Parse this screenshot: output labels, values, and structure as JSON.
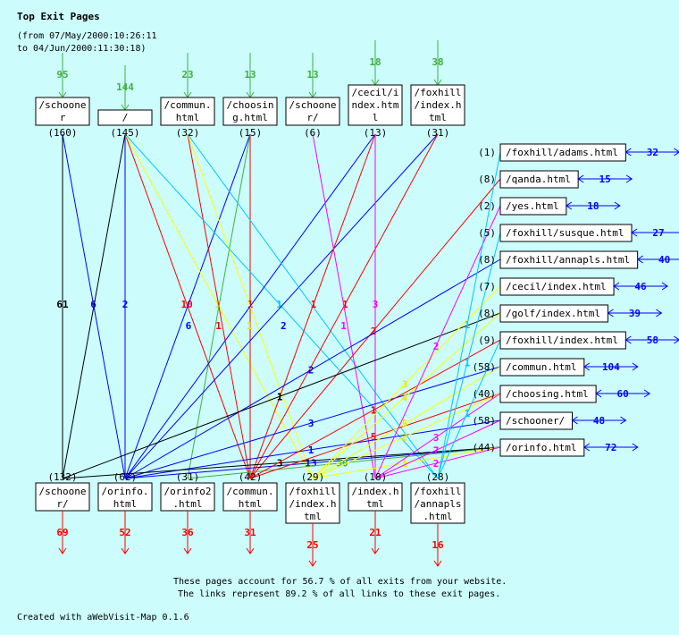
{
  "title": "Top Exit Pages",
  "range_from": "(from 07/May/2000:10:26:11",
  "range_to": "to 04/Jun/2000:11:30:18)",
  "summary_exits": "These pages account for 56.7 % of all exits from your website.",
  "summary_links": "The links represent 89.2 % of all links to these exit pages.",
  "credit": "Created with aWebVisit-Map 0.1.6",
  "colors": {
    "bg": "#ccfcfc",
    "entry": "#40b040",
    "exit": "#ff0000",
    "right": "#0000ff"
  },
  "top_nodes": [
    {
      "lines": [
        "/schoone",
        "r"
      ],
      "count": "(160)",
      "entries": "95"
    },
    {
      "lines": [
        "/"
      ],
      "count": "(145)",
      "entries": "144"
    },
    {
      "lines": [
        "/commun.",
        "html"
      ],
      "count": "(32)",
      "entries": "23"
    },
    {
      "lines": [
        "/choosin",
        "g.html"
      ],
      "count": "(15)",
      "entries": "13"
    },
    {
      "lines": [
        "/schoone",
        "r/"
      ],
      "count": "(6)",
      "entries": "13"
    },
    {
      "lines": [
        "/cecil/i",
        "ndex.htm",
        "l"
      ],
      "count": "(13)",
      "entries": "18"
    },
    {
      "lines": [
        "/foxhill",
        "/index.h",
        "tml"
      ],
      "count": "(31)",
      "entries": "38"
    }
  ],
  "bottom_nodes": [
    {
      "lines": [
        "/schoone",
        "r/"
      ],
      "count": "(132)",
      "exits": "69"
    },
    {
      "lines": [
        "/orinfo.",
        "html"
      ],
      "count": "(62)",
      "exits": "52"
    },
    {
      "lines": [
        "/orinfo2",
        ".html"
      ],
      "count": "(31)",
      "exits": "36"
    },
    {
      "lines": [
        "/commun.",
        "html"
      ],
      "count": "(42)",
      "exits": "31"
    },
    {
      "lines": [
        "/foxhill",
        "/index.h",
        "tml"
      ],
      "count": "(29)",
      "exits": "25"
    },
    {
      "lines": [
        "/index.h",
        "tml"
      ],
      "count": "(18)",
      "exits": "21"
    },
    {
      "lines": [
        "/foxhill",
        "/annapls",
        ".html"
      ],
      "count": "(28)",
      "exits": "16"
    }
  ],
  "right_nodes": [
    {
      "label": "/foxhill/adams.html",
      "count": "(1)",
      "value": "32"
    },
    {
      "label": "/qanda.html",
      "count": "(8)",
      "value": "15"
    },
    {
      "label": "/yes.html",
      "count": "(2)",
      "value": "18"
    },
    {
      "label": "/foxhill/susque.html",
      "count": "(5)",
      "value": "27"
    },
    {
      "label": "/foxhill/annapls.html",
      "count": "(8)",
      "value": "40"
    },
    {
      "label": "/cecil/index.html",
      "count": "(7)",
      "value": "46"
    },
    {
      "label": "/golf/index.html",
      "count": "(8)",
      "value": "39"
    },
    {
      "label": "/foxhill/index.html",
      "count": "(9)",
      "value": "58"
    },
    {
      "label": "/commun.html",
      "count": "(58)",
      "value": "104"
    },
    {
      "label": "/choosing.html",
      "count": "(40)",
      "value": "60"
    },
    {
      "label": "/schooner/",
      "count": "(58)",
      "value": "48"
    },
    {
      "label": "/orinfo.html",
      "count": "(44)",
      "value": "72"
    }
  ],
  "edges": [
    {
      "from": "t0",
      "to": "b0",
      "color": "#000000",
      "label": "61"
    },
    {
      "from": "t0",
      "to": "b1",
      "color": "#0000ff",
      "label": "6"
    },
    {
      "from": "t1",
      "to": "b0",
      "color": "#000000",
      "label": ""
    },
    {
      "from": "t1",
      "to": "b1",
      "color": "#0000ff",
      "label": "2"
    },
    {
      "from": "t1",
      "to": "b3",
      "color": "#ff0000",
      "label": "10"
    },
    {
      "from": "t3",
      "to": "b1",
      "color": "#0000ff",
      "label": "6"
    },
    {
      "from": "t1",
      "to": "b4",
      "color": "#ffff00",
      "label": "1"
    },
    {
      "from": "t2",
      "to": "b3",
      "color": "#ff0000",
      "label": "1"
    },
    {
      "from": "t3",
      "to": "b2",
      "color": "#40b040",
      "label": ""
    },
    {
      "from": "t3",
      "to": "b3",
      "color": "#ff0000",
      "label": "1"
    },
    {
      "from": "t2",
      "to": "b4",
      "color": "#ffff00",
      "label": "1"
    },
    {
      "from": "t1",
      "to": "b6",
      "color": "#00c8ff",
      "label": "1"
    },
    {
      "from": "t6",
      "to": "b1",
      "color": "#0000ff",
      "label": "2"
    },
    {
      "from": "t5",
      "to": "b1",
      "color": "#0000ff",
      "label": ""
    },
    {
      "from": "t2",
      "to": "b6",
      "color": "#00c8ff",
      "label": ""
    },
    {
      "from": "t5",
      "to": "b3",
      "color": "#ff0000",
      "label": "1"
    },
    {
      "from": "t6",
      "to": "b3",
      "color": "#ff0000",
      "label": "1"
    },
    {
      "from": "t4",
      "to": "b5",
      "color": "#ff00ff",
      "label": "1"
    },
    {
      "from": "t5",
      "to": "b5",
      "color": "#ff00ff",
      "label": "3"
    },
    {
      "from": "b3",
      "to": "r1",
      "color": "#ff0000",
      "label": "2"
    },
    {
      "from": "b1",
      "to": "r4",
      "color": "#0000ff",
      "label": "2"
    },
    {
      "from": "b0",
      "to": "r6",
      "color": "#000000",
      "label": "1"
    },
    {
      "from": "b1",
      "to": "r8",
      "color": "#0000ff",
      "label": "3"
    },
    {
      "from": "b1",
      "to": "r10",
      "color": "#0000ff",
      "label": "1"
    },
    {
      "from": "b1",
      "to": "r11",
      "color": "#0000ff",
      "label": "13"
    },
    {
      "from": "b0",
      "to": "r11",
      "color": "#000000",
      "label": "3"
    },
    {
      "from": "b2",
      "to": "r11",
      "color": "#40b040",
      "label": "30"
    },
    {
      "from": "b3",
      "to": "r7",
      "color": "#ff0000",
      "label": "1"
    },
    {
      "from": "b3",
      "to": "r9",
      "color": "#ff0000",
      "label": "5"
    },
    {
      "from": "b4",
      "to": "r5",
      "color": "#ffff00",
      "label": "3"
    },
    {
      "from": "b4",
      "to": "r6",
      "color": "#ffff00",
      "label": "4"
    },
    {
      "from": "b4",
      "to": "r8",
      "color": "#ffff00",
      "label": "5"
    },
    {
      "from": "b4",
      "to": "r9",
      "color": "#ffff00",
      "label": "2"
    },
    {
      "from": "b4",
      "to": "r11",
      "color": "#ffff00",
      "label": "1"
    },
    {
      "from": "b5",
      "to": "r2",
      "color": "#ff00ff",
      "label": "2"
    },
    {
      "from": "b5",
      "to": "r9",
      "color": "#ff00ff",
      "label": "3"
    },
    {
      "from": "b5",
      "to": "r10",
      "color": "#ff00ff",
      "label": "7"
    },
    {
      "from": "b5",
      "to": "r11",
      "color": "#ff00ff",
      "label": "2"
    },
    {
      "from": "b6",
      "to": "r0",
      "color": "#00c8ff",
      "label": "1"
    },
    {
      "from": "b6",
      "to": "r3",
      "color": "#00c8ff",
      "label": "1"
    },
    {
      "from": "b6",
      "to": "r7",
      "color": "#00c8ff",
      "label": "1"
    }
  ]
}
